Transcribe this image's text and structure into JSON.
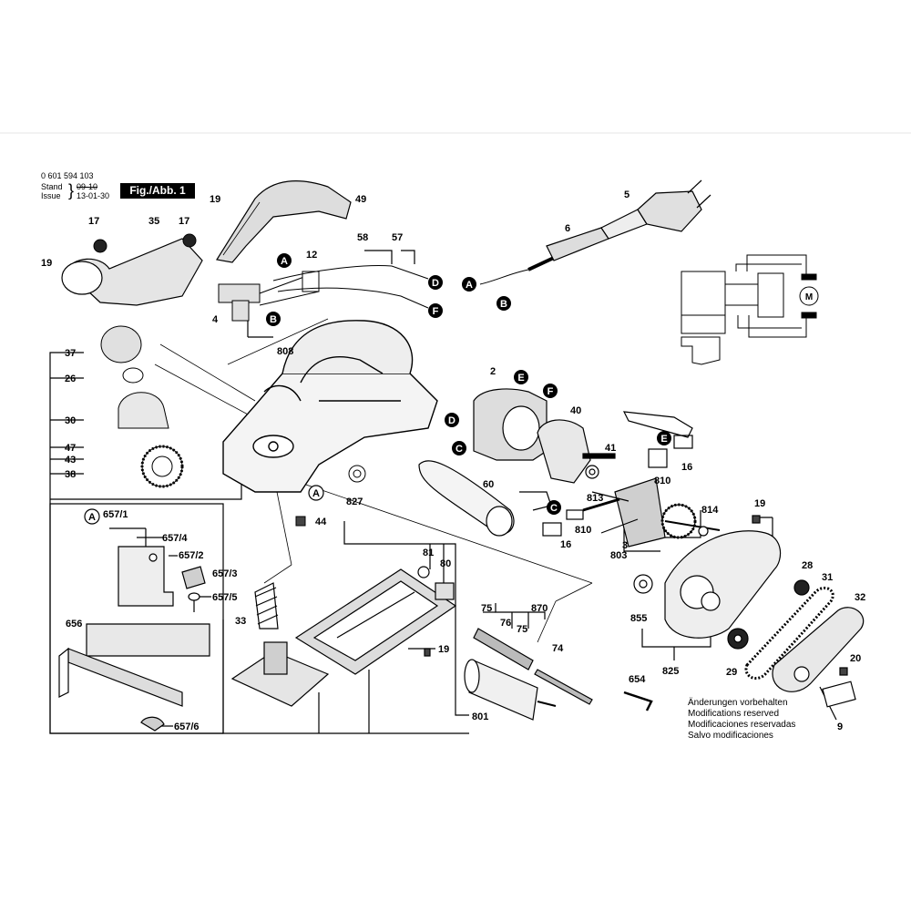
{
  "header": {
    "doc_number": "0 601 594 103",
    "stand_label": "Stand",
    "stand_value": "09-10",
    "issue_label": "Issue",
    "issue_value": "13-01-30",
    "figure_label": "Fig./Abb. 1"
  },
  "notes": [
    "Änderungen vorbehalten",
    "Modifications reserved",
    "Modificaciones reservadas",
    "Salvo modificaciones"
  ],
  "labels": {
    "p19a": "19",
    "p49": "49",
    "p5": "5",
    "p17a": "17",
    "p35": "35",
    "p17b": "17",
    "p6": "6",
    "p19b": "19",
    "p58": "58",
    "p57": "57",
    "p12": "12",
    "p4": "4",
    "p808": "808",
    "p37": "37",
    "p26": "26",
    "p30": "30",
    "p47": "47",
    "p43": "43",
    "p38": "38",
    "p2": "2",
    "p40": "40",
    "p41": "41",
    "p16a": "16",
    "p810a": "810",
    "p60": "60",
    "p827": "827",
    "p813": "813",
    "p810b": "810",
    "p16b": "16",
    "p3": "3",
    "p803": "803",
    "p814": "814",
    "p19c": "19",
    "p657_1": "657/1",
    "p657_4": "657/4",
    "p657_2": "657/2",
    "p657_3": "657/3",
    "p657_5": "657/5",
    "p656": "656",
    "p657_6": "657/6",
    "p44": "44",
    "p81": "81",
    "p80": "80",
    "p33": "33",
    "p19d": "19",
    "p75a": "75",
    "p870": "870",
    "p76": "76",
    "p75b": "75",
    "p74": "74",
    "p801": "801",
    "p855": "855",
    "p825": "825",
    "p28": "28",
    "p31": "31",
    "p32": "32",
    "p29": "29",
    "p20": "20",
    "p654": "654",
    "p9": "9"
  },
  "callouts": {
    "A1": "A",
    "B1": "B",
    "D1": "D",
    "F1": "F",
    "A2": "A",
    "B2": "B",
    "E1": "E",
    "F2": "F",
    "D2": "D",
    "C1": "C",
    "E2": "E",
    "C2": "C",
    "A3": "A",
    "A4": "A"
  },
  "motor_symbol": "M"
}
